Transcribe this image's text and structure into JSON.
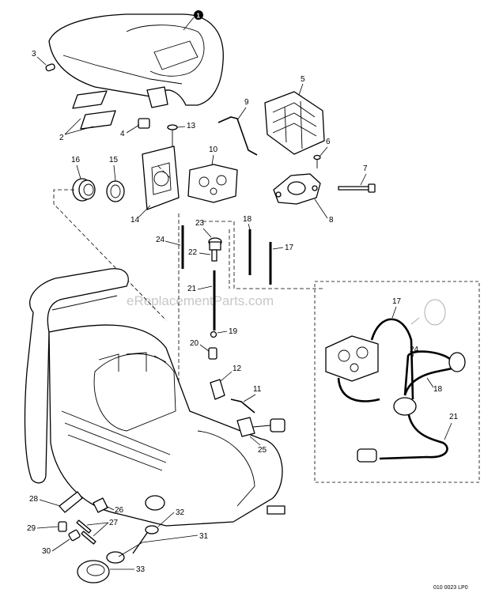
{
  "labels": {
    "l1": "1",
    "l2": "2",
    "l3": "3",
    "l4": "4",
    "l5": "5",
    "l6": "6",
    "l7": "7",
    "l8": "8",
    "l9": "9",
    "l10": "10",
    "l11": "11",
    "l12": "12",
    "l13": "13",
    "l14": "14",
    "l15": "15",
    "l16": "16",
    "l17": "17",
    "l18": "18",
    "l19": "19",
    "l20": "20",
    "l21": "21",
    "l22": "22",
    "l23": "23",
    "l24": "24",
    "l25": "25",
    "l26": "26",
    "l27": "27",
    "l28": "28",
    "l29": "29",
    "l30": "30",
    "l31": "31",
    "l32": "32",
    "l33": "33",
    "inset17": "17",
    "inset24": "24",
    "inset18": "18",
    "inset21": "21"
  },
  "watermark": "eReplacementParts.com",
  "diagram_code": "010 0023 LP0"
}
